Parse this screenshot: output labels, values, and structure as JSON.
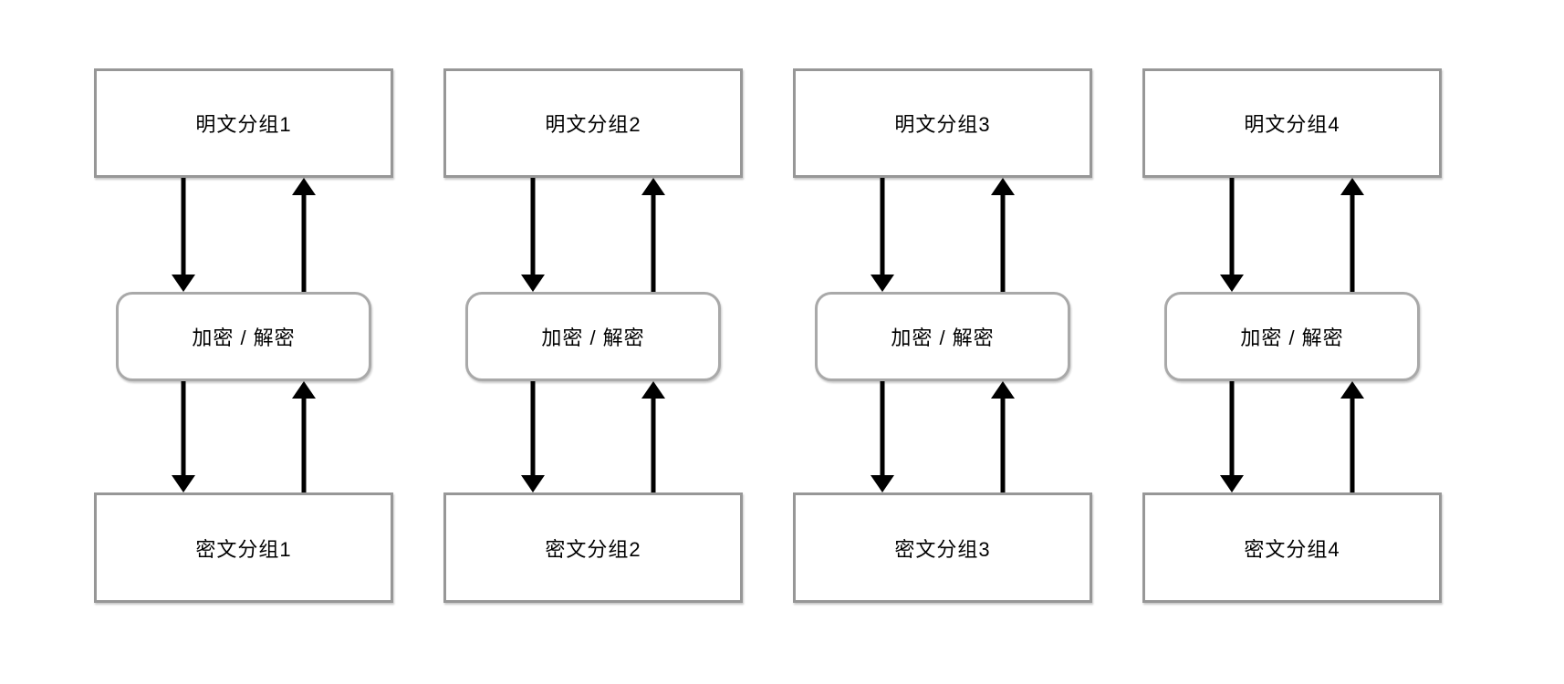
{
  "colors": {
    "background": "#ffffff",
    "box_border": "#979797",
    "rounded_box_border": "#a9a9a9",
    "arrow": "#000000",
    "text": "#000000"
  },
  "columns": [
    {
      "plaintext": "明文分组1",
      "process": "加密 / 解密",
      "ciphertext": "密文分组1"
    },
    {
      "plaintext": "明文分组2",
      "process": "加密 / 解密",
      "ciphertext": "密文分组2"
    },
    {
      "plaintext": "明文分组3",
      "process": "加密 / 解密",
      "ciphertext": "密文分组3"
    },
    {
      "plaintext": "明文分组4",
      "process": "加密 / 解密",
      "ciphertext": "密文分组4"
    }
  ]
}
